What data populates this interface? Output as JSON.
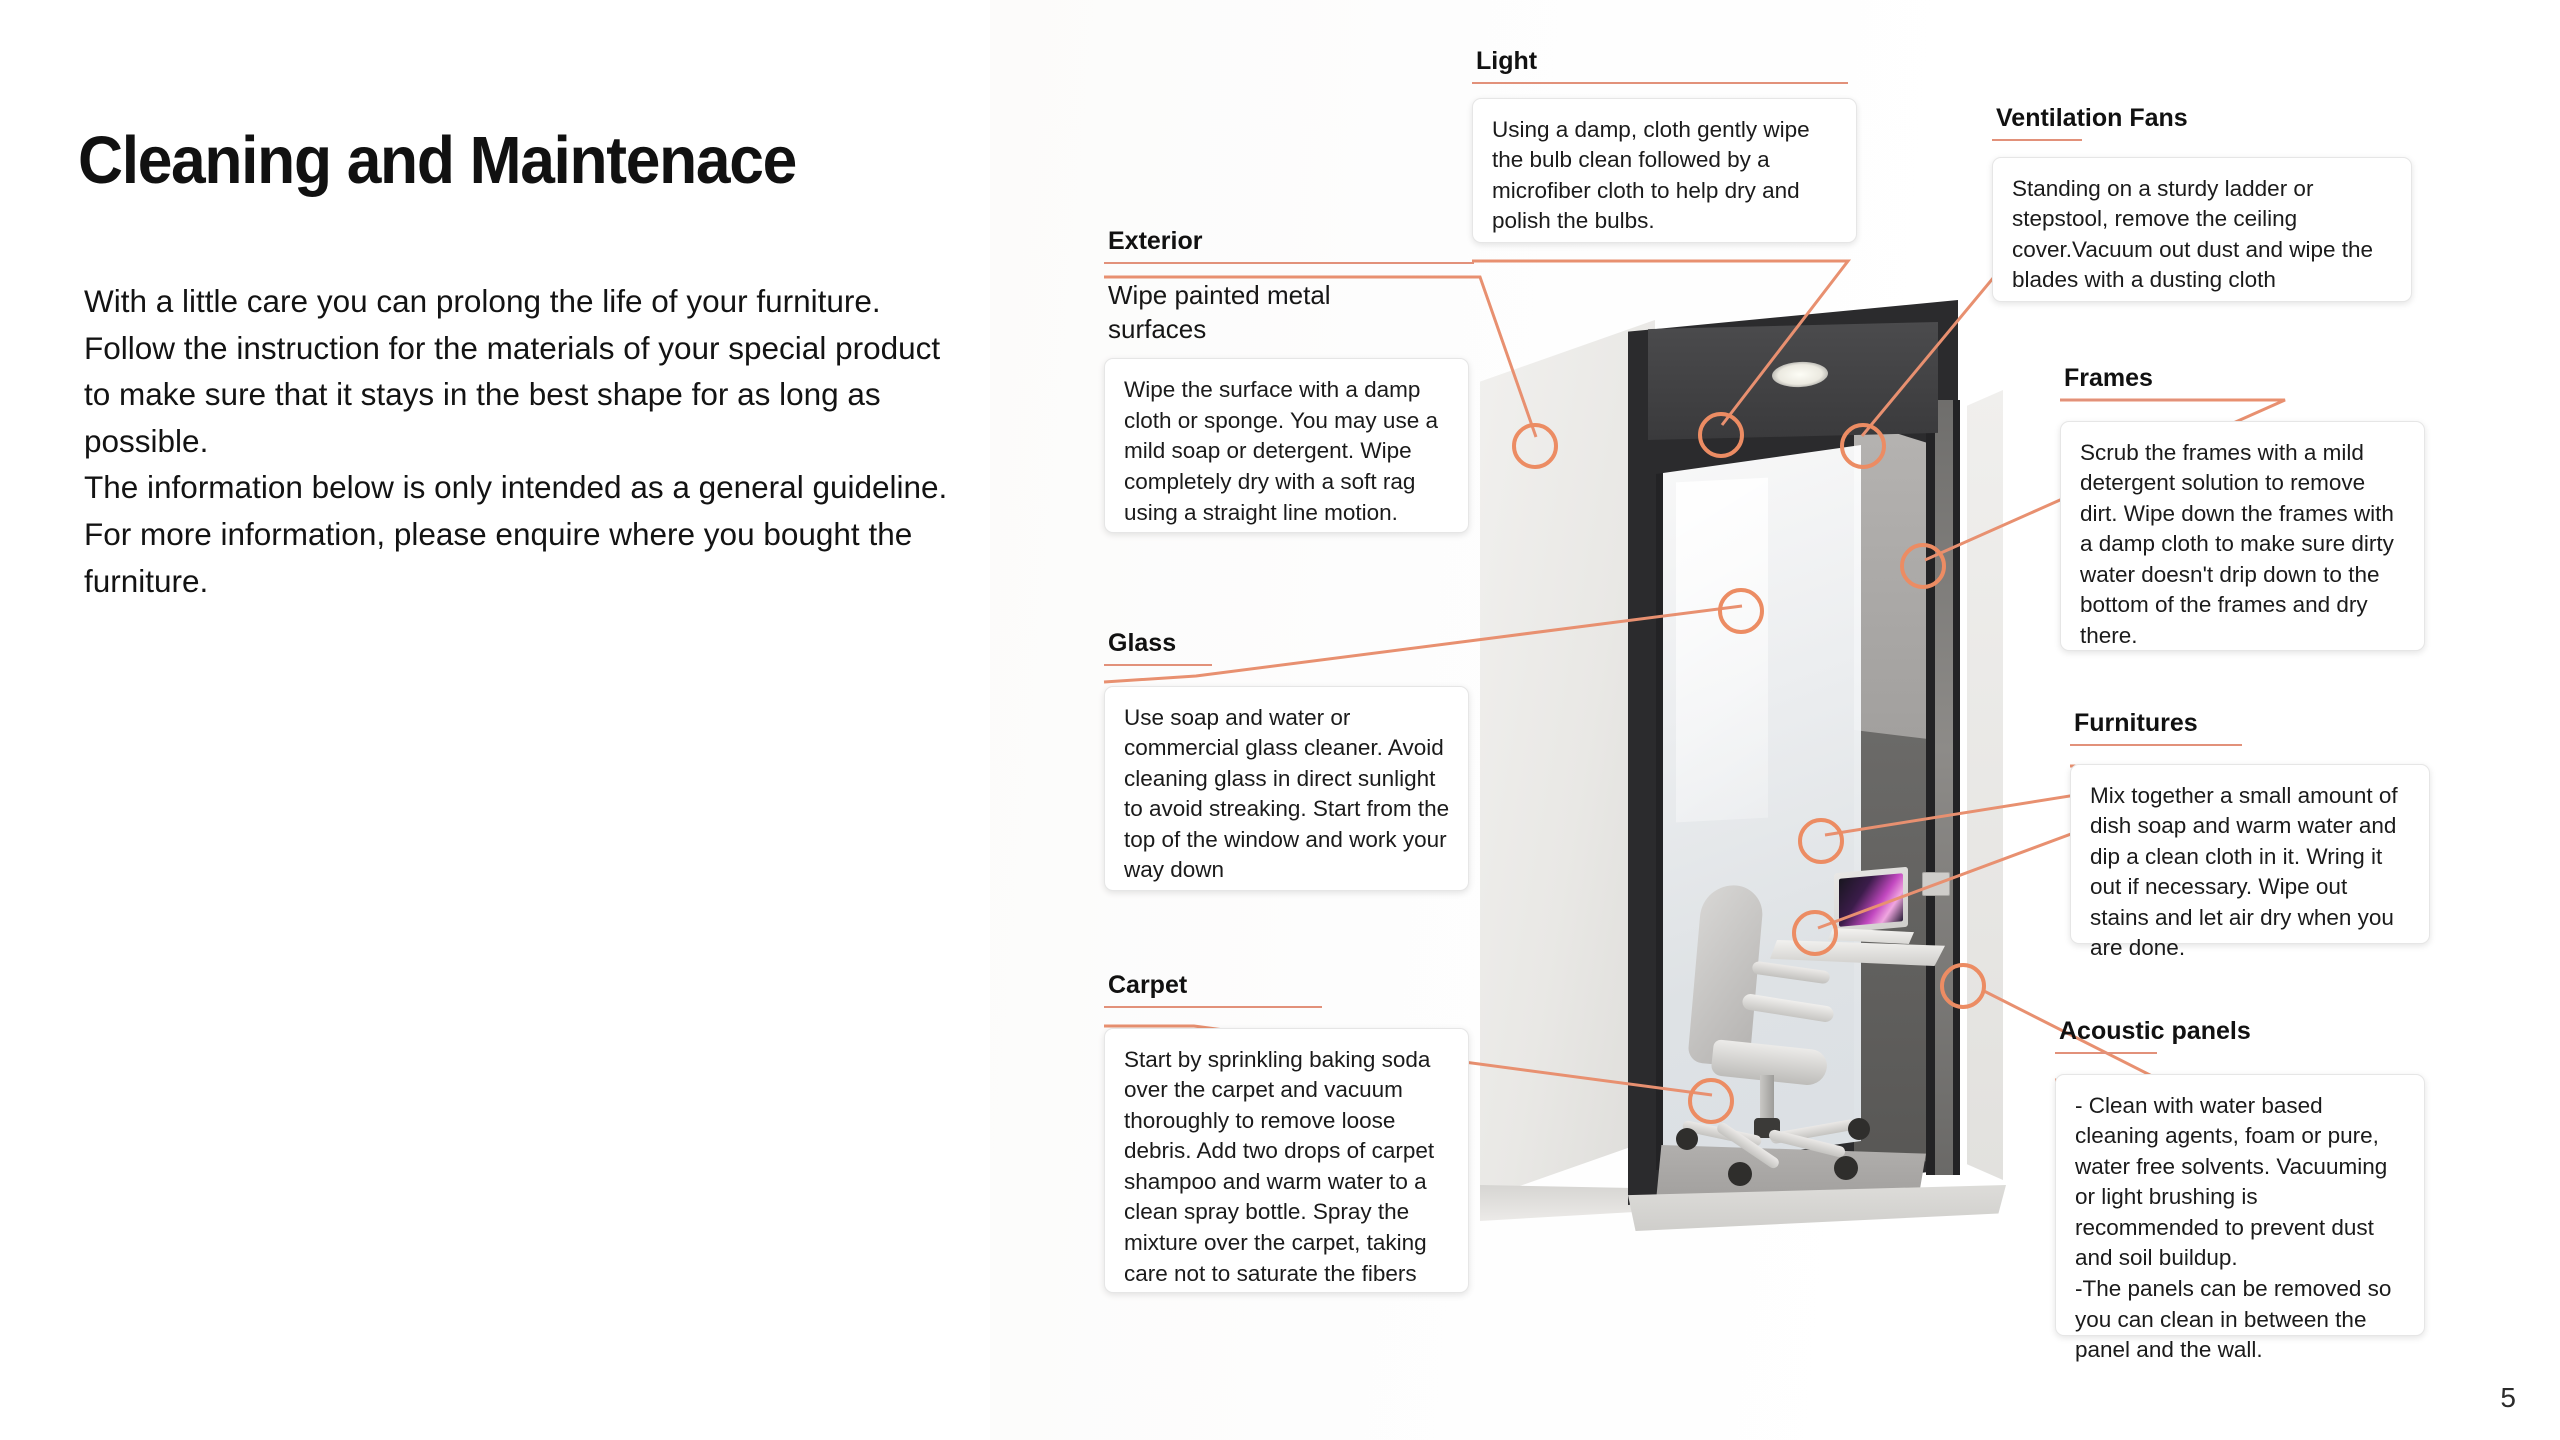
{
  "slide": {
    "title": "Cleaning and Maintenace",
    "intro_paragraph_1": "With a little care you can prolong the life of your furniture. Follow the instruction for the materials of your special product to make sure that it stays in the best shape for as long as possible.",
    "intro_paragraph_2": "The information below is only intended as a general guideline. For more information, please enquire where you bought the furniture.",
    "page_number": "5"
  },
  "theme": {
    "accent_color": "#ec8c63",
    "rule_color": "#e2917a",
    "text_color": "#131313",
    "background_color": "#ffffff"
  },
  "callouts": {
    "light": {
      "title": "Light",
      "body": "Using a damp, cloth gently wipe the bulb clean followed by a microfiber cloth to help dry and polish the bulbs."
    },
    "ventilation_fans": {
      "title": "Ventilation Fans",
      "body": "Standing on a sturdy ladder or stepstool, remove the ceiling cover.Vacuum out dust and wipe the blades with a dusting cloth"
    },
    "exterior": {
      "title": "Exterior",
      "lead": "Wipe painted metal surfaces",
      "body": "Wipe the surface with a damp cloth or sponge. You may use a mild soap or detergent. Wipe completely dry with a soft rag using a straight line motion."
    },
    "frames": {
      "title": "Frames",
      "body": "Scrub the frames with a mild detergent solution to remove dirt. Wipe down the frames with a damp cloth to make sure dirty water doesn't drip down to the bottom of the frames and dry there."
    },
    "glass": {
      "title": "Glass",
      "body": "Use soap and water or commercial glass cleaner. Avoid cleaning glass in direct sunlight to avoid streaking. Start from the top of the window and work your way down"
    },
    "furnitures": {
      "title": "Furnitures",
      "body": "Mix together a small amount of dish soap and warm water and dip a clean cloth in it. Wring it out if necessary. Wipe out stains and let air dry when you are done."
    },
    "carpet": {
      "title": "Carpet",
      "body": "Start by sprinkling baking soda over the carpet and vacuum thoroughly to remove loose debris. Add two drops of carpet shampoo and warm water to a clean spray bottle. Spray the mixture over the carpet, taking care not to saturate the fibers"
    },
    "acoustic_panels": {
      "title": "Acoustic panels",
      "body_line_1": "- Clean with water based cleaning agents, foam or pure, water free solvents. Vacuuming or light brushing is recommended to prevent dust and soil buildup.",
      "body_line_2": "-The panels can be removed so you can clean in between the panel and the wall."
    }
  },
  "illustration": {
    "name": "office-phone-booth-pod",
    "hotspots": [
      "exterior-hotspot",
      "light-hotspot",
      "ventilation-hotspot",
      "frames-hotspot",
      "glass-hotspot",
      "furnitures-desk-hotspot",
      "furnitures-chair-hotspot",
      "acoustic-panel-hotspot",
      "carpet-hotspot"
    ]
  }
}
